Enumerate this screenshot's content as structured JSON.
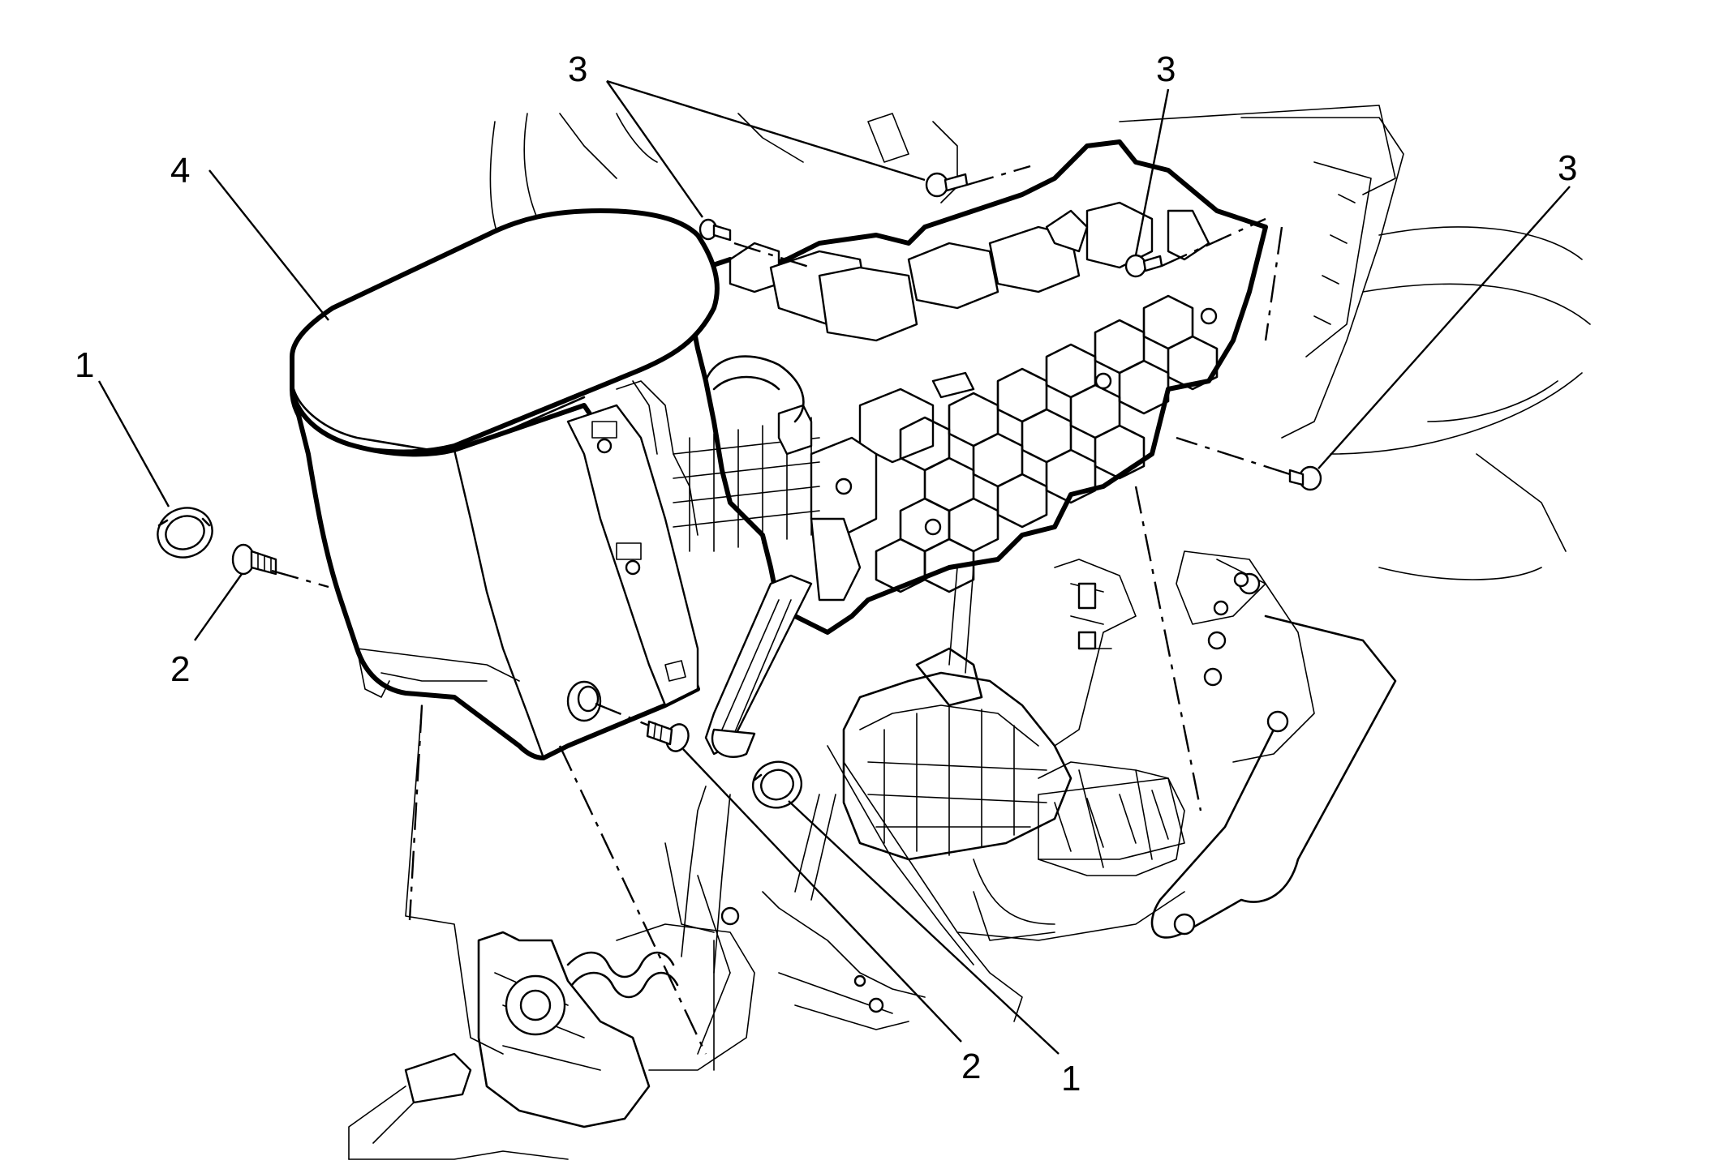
{
  "callouts": [
    {
      "id": "c1a",
      "label": "1"
    },
    {
      "id": "c2a",
      "label": "2"
    },
    {
      "id": "c4",
      "label": "4"
    },
    {
      "id": "c3a",
      "label": "3"
    },
    {
      "id": "c3b",
      "label": "3"
    },
    {
      "id": "c3c",
      "label": "3"
    },
    {
      "id": "c2b",
      "label": "2"
    },
    {
      "id": "c1b",
      "label": "1"
    }
  ]
}
